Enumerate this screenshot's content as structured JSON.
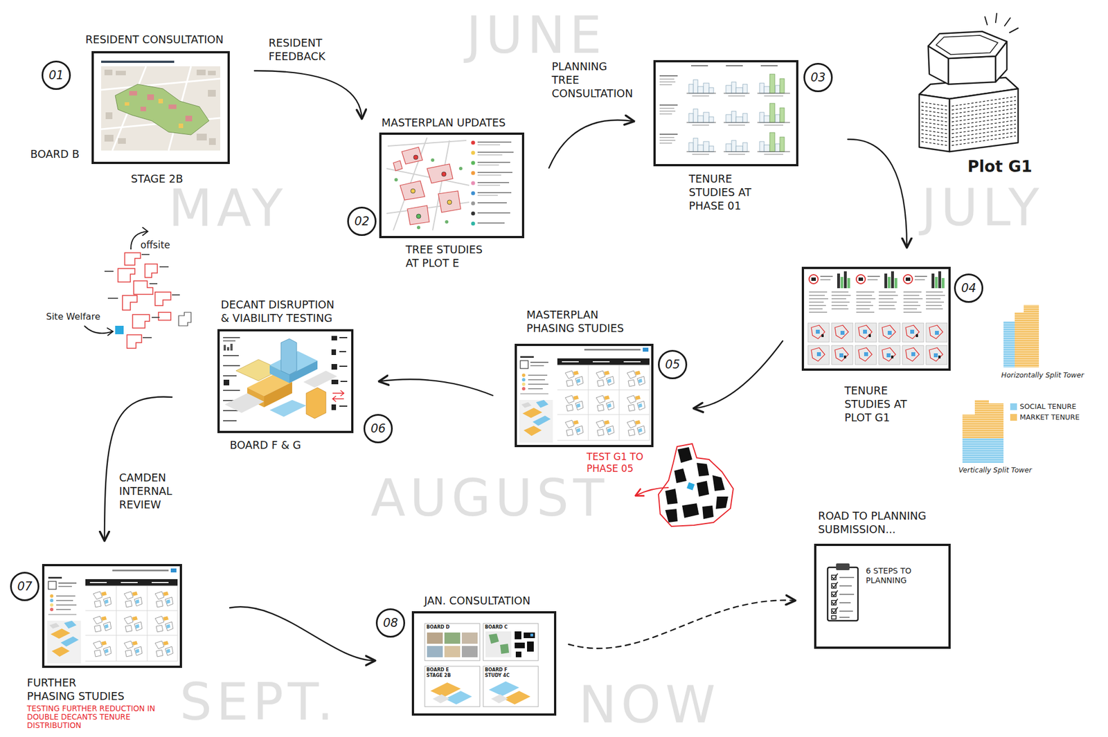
{
  "diagram": {
    "nodes": [
      {
        "text": [
          "RESIDENT CONSULTATION",
          "BOARD B",
          "STAGE 2B"
        ]
      },
      {
        "text": [
          "MASTERPLAN UPDATES",
          "TREE STUDIES AT PLOT E"
        ]
      },
      {
        "text": [
          "TENURE STUDIES AT PHASE 01"
        ]
      },
      {
        "text": [
          "TENURE STUDIES AT PLOT G1"
        ]
      },
      {
        "text": [
          "MASTERPLAN PHASING STUDIES"
        ]
      },
      {
        "text": [
          "DECANT DISRUPTION & VIABILITY TESTING",
          "BOARD F & G"
        ]
      },
      {
        "text": [
          "FURTHER PHASING STUDIES",
          "TESTING FURTHER REDUCTION IN DOUBLE DECANTS TENURE DISTRIBUTION"
        ]
      },
      {
        "text": [
          "JAN. CONSULTATION"
        ]
      },
      {
        "text": [
          "ROAD TO PLANNING SUBMISSION...",
          "6 STEPS TO PLANNING"
        ]
      }
    ],
    "edges": [
      {
        "from": 0,
        "to": 1,
        "label": "RESIDENT FEEDBACK",
        "arrow": "to"
      },
      {
        "from": 1,
        "to": 2,
        "label": "PLANNING TREE CONSULTATION",
        "arrow": "to"
      },
      {
        "from": 2,
        "to": 3,
        "arrow": "to"
      },
      {
        "from": 3,
        "to": 4,
        "arrow": "to"
      },
      {
        "from": 4,
        "to": 5,
        "arrow": "to"
      },
      {
        "from": 5,
        "to": 6,
        "label": "CAMDEN INTERNAL REVIEW",
        "arrow": "to"
      },
      {
        "from": 6,
        "to": 7,
        "arrow": "to"
      },
      {
        "from": 7,
        "to": 8,
        "arrow": "to"
      }
    ],
    "labels": [
      "01",
      "02",
      "03",
      "Plot G1",
      "04",
      "offsite",
      "Site Welfare",
      "Horizontally Split Tower",
      "Vertically Split Tower",
      "05",
      "06",
      "TEST G1 TO PHASE 05",
      "07",
      "08",
      "BOARD D",
      "BOARD C",
      "BOARD E",
      "STAGE 2B",
      "BOARD F",
      "STUDY 4C",
      "JUNE",
      "MAY",
      "JULY",
      "AUGUST",
      "SEPT.",
      "NOW"
    ],
    "legend": [
      {
        "text": "SOCIAL TENURE",
        "color": "#8fd0ef"
      },
      {
        "text": "MARKET TENURE",
        "color": "#f5c46a"
      }
    ]
  }
}
